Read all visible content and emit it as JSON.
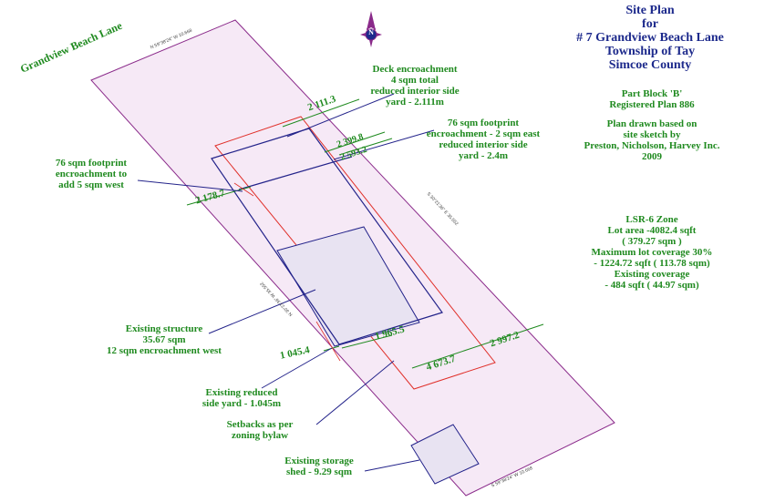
{
  "title": {
    "line1": "Site Plan",
    "line2": "for",
    "line3": "# 7 Grandview Beach Lane",
    "line4": "Township of Tay",
    "line5": "Simcoe County"
  },
  "street": "Grandview Beach Lane",
  "north_symbol": "N",
  "info": {
    "part_block": "Part Block 'B'",
    "registered_plan": "Registered Plan 886",
    "plan_based_1": "Plan drawn based on",
    "plan_based_2": "site sketch by",
    "plan_based_3": "Preston, Nicholson, Harvey Inc.",
    "plan_based_4": "2009"
  },
  "zone": {
    "line1": "LSR-6 Zone",
    "line2": "Lot area -4082.4 sqft",
    "line3": "( 379.27 sqm )",
    "line4": "Maximum lot coverage 30%",
    "line5": "- 1224.72 sqft ( 113.78 sqm)",
    "line6": "Existing coverage",
    "line7": "- 484 sqft ( 44.97 sqm)"
  },
  "annotations": {
    "deck_1": "Deck encroachment",
    "deck_2": "4 sqm total",
    "deck_3": "reduced interior side",
    "deck_4": "yard - 2.111m",
    "east_1": "76 sqm footprint",
    "east_2": "encroachment - 2 sqm east",
    "east_3": "reduced interior side",
    "east_4": "yard - 2.4m",
    "west_1": "76 sqm footprint",
    "west_2": "encroachment to",
    "west_3": "add 5 sqm west",
    "struct_1": "Existing structure",
    "struct_2": "35.67 sqm",
    "struct_3": "12 sqm encroachment west",
    "side_1": "Existing reduced",
    "side_2": "side yard - 1.045m",
    "setback_1": "Setbacks as per",
    "setback_2": "zoning bylaw",
    "shed_1": "Existing storage",
    "shed_2": "shed - 9.29 sqm"
  },
  "dimensions": {
    "d_2111": "2 111.3",
    "d_2399": "2 399.8",
    "d_2593": "2 593.2",
    "d_2178": "2 178.7",
    "d_1045": "1 045.4",
    "d_1965": "1 965.5",
    "d_4673": "4 673.7",
    "d_2997": "2 997.2"
  },
  "boundary_labels": {
    "north": "N 59°38'24\" W 10.668",
    "south": "S 59°38'24\" W 10.668",
    "west": "N 30°21'36\" W 35.552",
    "east": "S 30°21'36\" E 35.552"
  },
  "colors": {
    "lot_fill": "#f6e9f6",
    "lot_stroke": "#8a2a8a",
    "building": "#23238a",
    "setback": "#e0302a",
    "label_green": "#1f8a1f",
    "title_blue": "#1d2a8c"
  }
}
